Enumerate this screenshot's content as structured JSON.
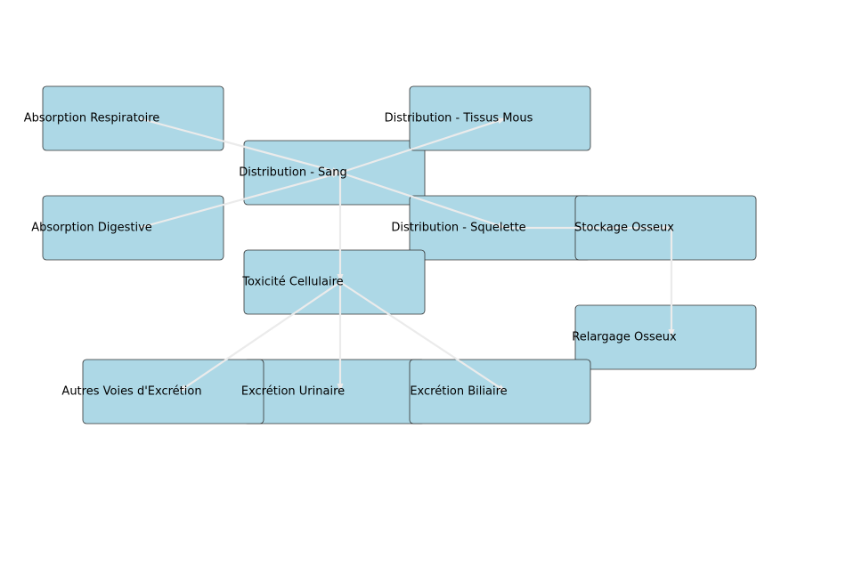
{
  "diagram": {
    "type": "flowchart",
    "colors": {
      "node_fill": "#add8e6",
      "node_border": "#333333",
      "edge": "#ebebeb",
      "text": "#000000"
    },
    "nodes": [
      {
        "id": "absorption_respiratoire",
        "label": "Absorption Respiratoire"
      },
      {
        "id": "absorption_digestive",
        "label": "Absorption Digestive"
      },
      {
        "id": "distribution_sang",
        "label": "Distribution - Sang"
      },
      {
        "id": "distribution_tissus",
        "label": "Distribution - Tissus Mous"
      },
      {
        "id": "distribution_squelette",
        "label": "Distribution - Squelette"
      },
      {
        "id": "stockage_osseux",
        "label": "Stockage Osseux"
      },
      {
        "id": "relargage_osseux",
        "label": "Relargage Osseux"
      },
      {
        "id": "toxicite_cellulaire",
        "label": "Toxicité Cellulaire"
      },
      {
        "id": "autres_voies",
        "label": "Autres Voies d'Excrétion"
      },
      {
        "id": "excretion_urinaire",
        "label": "Excrétion Urinaire"
      },
      {
        "id": "excretion_biliaire",
        "label": "Excrétion Biliaire"
      }
    ],
    "edges": [
      {
        "from": "absorption_respiratoire",
        "to": "distribution_sang"
      },
      {
        "from": "absorption_digestive",
        "to": "distribution_sang"
      },
      {
        "from": "distribution_sang",
        "to": "distribution_tissus"
      },
      {
        "from": "distribution_sang",
        "to": "distribution_squelette"
      },
      {
        "from": "distribution_sang",
        "to": "toxicite_cellulaire"
      },
      {
        "from": "distribution_squelette",
        "to": "stockage_osseux"
      },
      {
        "from": "stockage_osseux",
        "to": "relargage_osseux"
      },
      {
        "from": "toxicite_cellulaire",
        "to": "autres_voies"
      },
      {
        "from": "toxicite_cellulaire",
        "to": "excretion_urinaire"
      },
      {
        "from": "toxicite_cellulaire",
        "to": "excretion_biliaire"
      }
    ]
  }
}
